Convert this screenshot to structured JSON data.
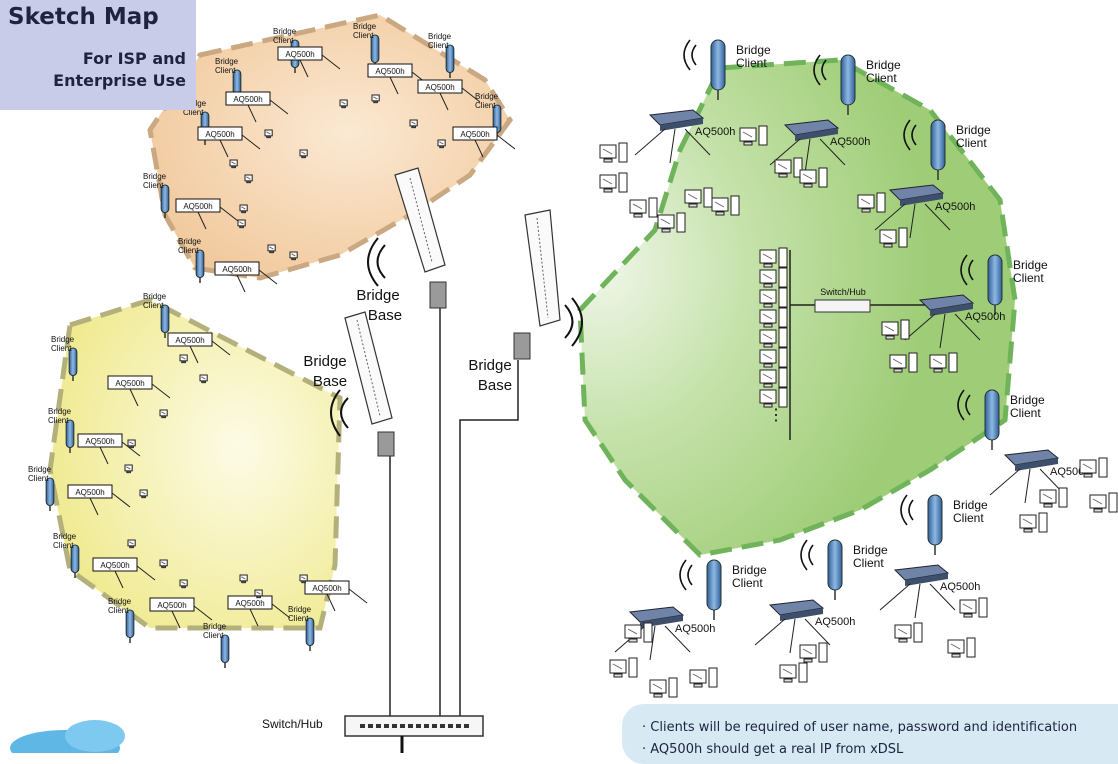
{
  "title": {
    "main": "Sketch Map",
    "sub_line1": "For ISP and",
    "sub_line2": "Enterprise Use"
  },
  "labels": {
    "bridge_client": "Bridge Client",
    "bridge_base": "Bridge Base",
    "aq500h": "AQ500h",
    "switch_hub": "Switch/Hub"
  },
  "notes": [
    "· Clients will be required of user name, password and identification",
    "· AQ500h should get a real IP from xDSL"
  ],
  "colors": {
    "orange_area": "#f3cfa4",
    "orange_border": "#c9a882",
    "yellow_area": "#f4efa4",
    "yellow_border": "#b3b07c",
    "green_area": "#a9d184",
    "green_border": "#6fb35a",
    "antenna": "#5f8fc2",
    "router": "#5c6f8c",
    "title_box": "#c9cce8",
    "note_box": "#d7e9f3"
  }
}
